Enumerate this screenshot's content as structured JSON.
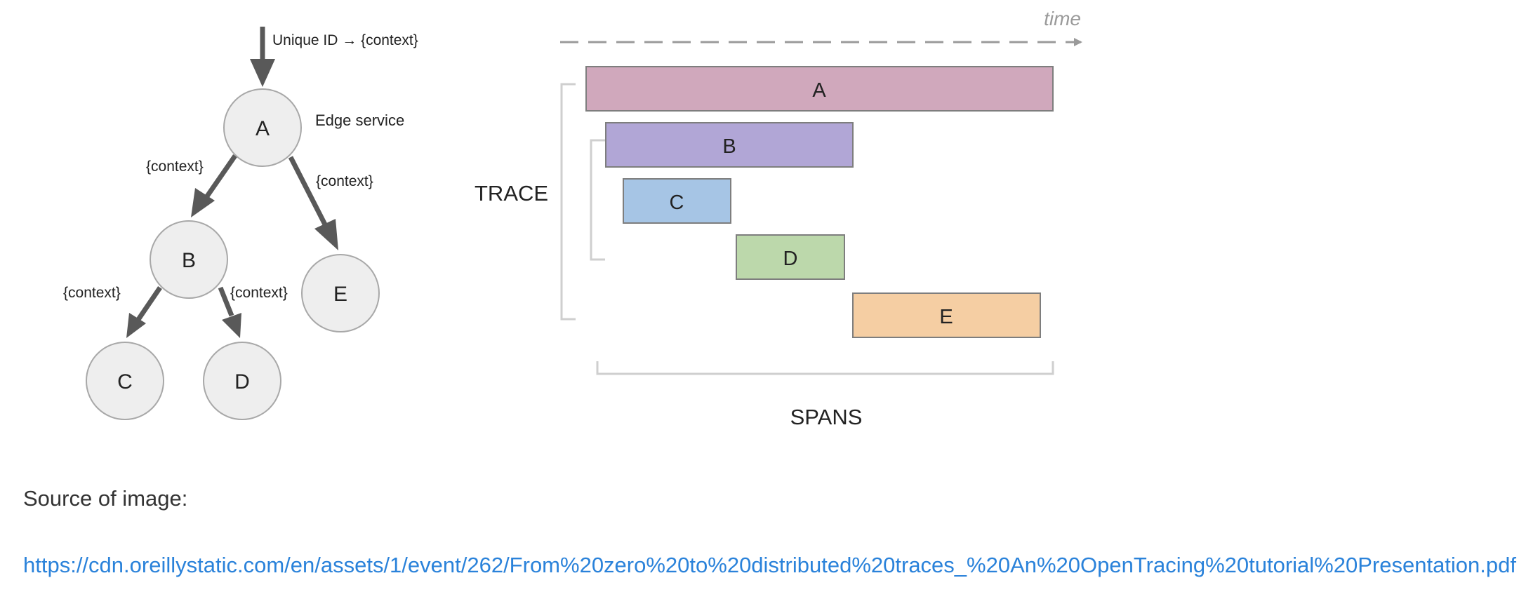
{
  "tree": {
    "entry_label": "Unique ID → {context}",
    "edge_service_label": "Edge service",
    "nodes": {
      "a": "A",
      "b": "B",
      "c": "C",
      "d": "D",
      "e": "E"
    },
    "edge_labels": {
      "a_b": "{context}",
      "a_e": "{context}",
      "b_c": "{context}",
      "b_d": "{context}"
    }
  },
  "timeline": {
    "time_label": "time",
    "trace_label": "TRACE",
    "spans_label": "SPANS",
    "spans": [
      {
        "label": "A",
        "color": "#d0a8bc"
      },
      {
        "label": "B",
        "color": "#b1a6d6"
      },
      {
        "label": "C",
        "color": "#a6c5e5"
      },
      {
        "label": "D",
        "color": "#bcd8ab"
      },
      {
        "label": "E",
        "color": "#f5ceA3"
      }
    ]
  },
  "caption": "Source of image:",
  "source_url": "https://cdn.oreillystatic.com/en/assets/1/event/262/From%20zero%20to%20distributed%20traces_%20An%20OpenTracing%20tutorial%20Presentation.pdf",
  "colors": {
    "node_fill": "#eeeeee",
    "arrow": "#595959",
    "link": "#2a82da"
  }
}
